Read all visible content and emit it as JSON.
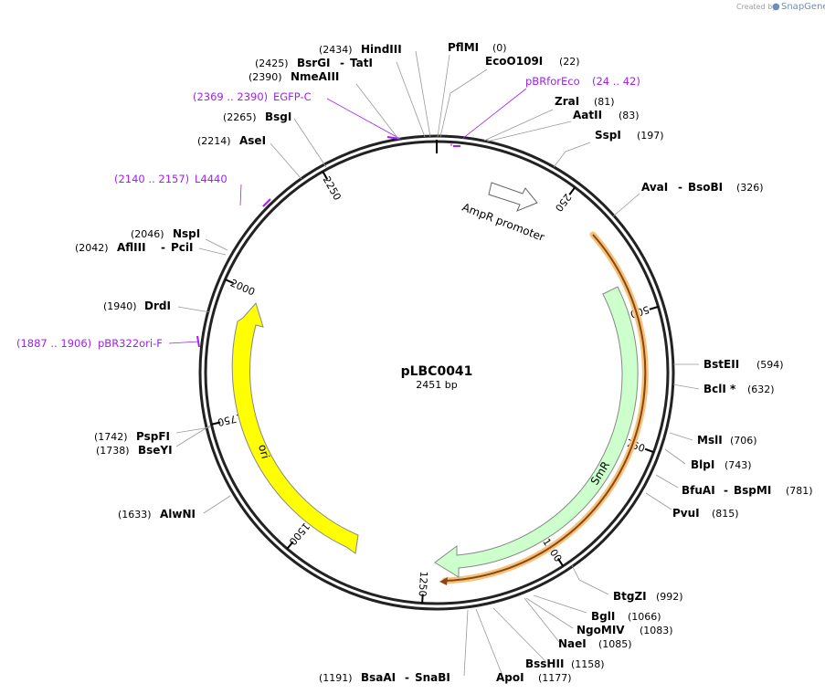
{
  "plasmid": {
    "name": "pLBC0041",
    "size_label": "2451 bp",
    "length": 2451
  },
  "branding": {
    "created_by": "Created by",
    "app": "SnapGene"
  },
  "ticks": [
    "250",
    "500",
    "750",
    "1000",
    "1250",
    "1500",
    "1750",
    "2000",
    "2250"
  ],
  "enzymes": [
    {
      "name": "PflMI",
      "pos": "(0)"
    },
    {
      "name": "EcoO109I",
      "pos": "(22)"
    },
    {
      "name": "ZraI",
      "pos": "(81)"
    },
    {
      "name": "AatII",
      "pos": "(83)"
    },
    {
      "name": "SspI",
      "pos": "(197)"
    },
    {
      "name": "AvaI",
      "sep": "-",
      "name2": "BsoBI",
      "pos": "(326)"
    },
    {
      "name": "BstEII",
      "pos": "(594)"
    },
    {
      "name": "BclI *",
      "pos": "(632)"
    },
    {
      "name": "MslI",
      "pos": "(706)"
    },
    {
      "name": "BlpI",
      "pos": "(743)"
    },
    {
      "name": "BfuAI",
      "sep": "-",
      "name2": "BspMI",
      "pos": "(781)"
    },
    {
      "name": "PvuI",
      "pos": "(815)"
    },
    {
      "name": "BtgZI",
      "pos": "(992)"
    },
    {
      "name": "BglI",
      "pos": "(1066)"
    },
    {
      "name": "NgoMIV",
      "pos": "(1083)"
    },
    {
      "name": "NaeI",
      "pos": "(1085)"
    },
    {
      "name": "BssHII",
      "pos": "(1158)"
    },
    {
      "name": "ApoI",
      "pos": "(1177)"
    },
    {
      "name": "BsaAI",
      "sep": "-",
      "name2": "SnaBI",
      "pos": "(1191)"
    },
    {
      "name": "AlwNI",
      "pos": "(1633)"
    },
    {
      "name": "PspFI",
      "pos": "(1742)"
    },
    {
      "name": "BseYI",
      "pos": "(1738)"
    },
    {
      "name": "DrdI",
      "pos": "(1940)"
    },
    {
      "name": "NspI",
      "pos": "(2046)"
    },
    {
      "name": "AflIII",
      "sep": "-",
      "name2": "PciI",
      "pos": "(2042)"
    },
    {
      "name": "AseI",
      "pos": "(2214)"
    },
    {
      "name": "BsgI",
      "pos": "(2265)"
    },
    {
      "name": "NmeAIII",
      "pos": "(2390)"
    },
    {
      "name": "BsrGI",
      "sep": "-",
      "name2": "TatI",
      "pos": "(2425)"
    },
    {
      "name": "HindIII",
      "pos": "(2434)"
    }
  ],
  "primers": [
    {
      "name": "pBRforEco",
      "range": "(24 .. 42)"
    },
    {
      "name": "EGFP-C",
      "range": "(2369 .. 2390)"
    },
    {
      "name": "L4440",
      "range": "(2140 .. 2157)"
    },
    {
      "name": "pBR322ori-F",
      "range": "(1887 .. 1906)"
    }
  ],
  "features": [
    {
      "name": "AmpR promoter",
      "color": "#ffffff"
    },
    {
      "name": "SmR",
      "color": "#ccffcc"
    },
    {
      "name": "ori",
      "color": "#ffff00"
    }
  ],
  "colors": {
    "primer": "#a020f0",
    "orf": "#a0522d",
    "orf_glow": "#f5c27a"
  }
}
